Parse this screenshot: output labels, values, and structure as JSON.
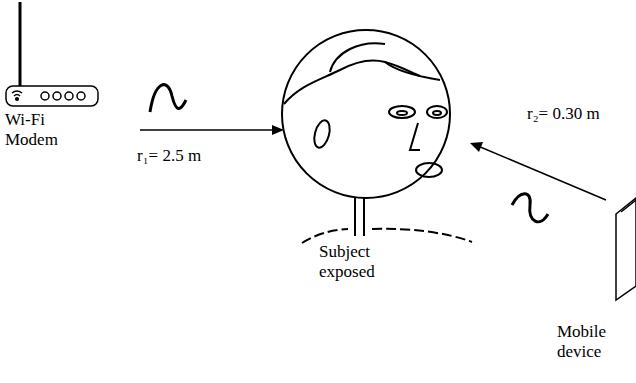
{
  "diagram": {
    "labels": [
      "Wi-Fi Modem",
      "r₁= 2.5 m",
      "Subject exposed",
      "r₂= 0.30 m",
      "Mobile device"
    ]
  }
}
